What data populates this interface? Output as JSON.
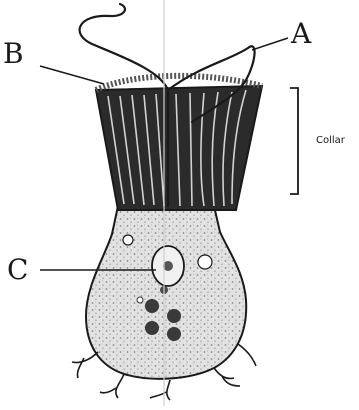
{
  "labels": {
    "a": "A",
    "b": "B",
    "c": "C",
    "collar": "Collar"
  },
  "colors": {
    "ink": "#1a1a1a",
    "collar_fill": "#2b2b2b",
    "cell_fill": "#dcdcdc",
    "background": "#ffffff"
  }
}
